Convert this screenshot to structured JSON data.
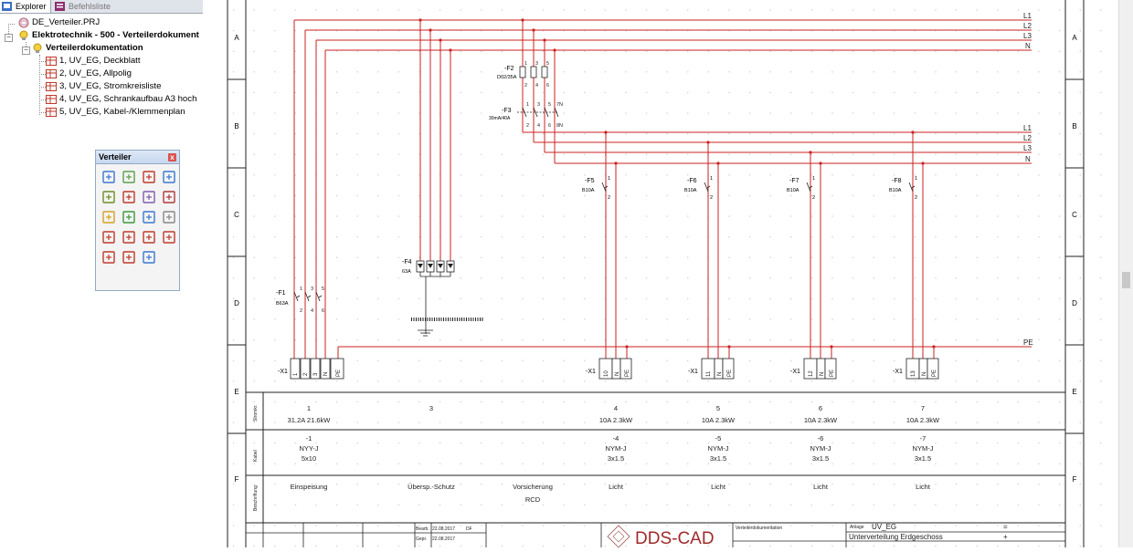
{
  "tabs": {
    "explorer": "Explorer",
    "befehlsliste": "Befehlsliste"
  },
  "tree": {
    "project": "DE_Verteiler.PRJ",
    "level1": "Elektrotechnik - 500 - Verteilerdokument",
    "level2": "Verteilerdokumentation",
    "sheets": [
      "1, UV_EG, Deckblatt",
      "2, UV_EG, Allpolig",
      "3, UV_EG, Stromkreisliste",
      "4, UV_EG, Schrankaufbau A3 hoch",
      "5, UV_EG, Kabel-/Klemmenplan"
    ]
  },
  "palette": {
    "title": "Verteiler",
    "icons": [
      "arrow-left-icon",
      "panel-add-icon",
      "panel-edit-icon",
      "arrow-right-icon",
      "grid-icon",
      "rails-icon",
      "arrange-icon",
      "help-icon",
      "insert-icon",
      "connect-icon",
      "xd-icon",
      "copy-icon",
      "switch-icon",
      "tee-icon",
      "fork-icon",
      "switch2-icon",
      "tee2-icon",
      "target-icon",
      "settings-icon"
    ]
  },
  "rows": [
    "A",
    "B",
    "C",
    "D",
    "E",
    "F"
  ],
  "lines": {
    "top": [
      "L1",
      "L2",
      "L3",
      "N"
    ],
    "mid": [
      "L1",
      "L2",
      "L3",
      "N"
    ],
    "pe": "PE"
  },
  "devices": {
    "f1": {
      "label": "-F1",
      "rating": "B63A",
      "pins_top": [
        "1",
        "3",
        "5"
      ],
      "pins_bot": [
        "2",
        "4",
        "6"
      ]
    },
    "f2": {
      "label": "-F2",
      "rating": "D02/35A",
      "pins_top": [
        "1",
        "3",
        "5"
      ],
      "pins_bot": [
        "2",
        "4",
        "6"
      ]
    },
    "f3": {
      "label": "-F3",
      "rating": "30mA/40A",
      "pins_top": [
        "1",
        "3",
        "5",
        "7N"
      ],
      "pins_bot": [
        "2",
        "4",
        "6",
        "8N"
      ]
    },
    "f4": {
      "label": "-F4",
      "rating": "63A"
    },
    "circuits": [
      {
        "label": "-F5",
        "rating": "B10A",
        "pin1": "1",
        "pin2": "2"
      },
      {
        "label": "-F6",
        "rating": "B10A",
        "pin1": "1",
        "pin2": "2"
      },
      {
        "label": "-F7",
        "rating": "B10A",
        "pin1": "1",
        "pin2": "2"
      },
      {
        "label": "-F8",
        "rating": "B10A",
        "pin1": "1",
        "pin2": "2"
      }
    ]
  },
  "terminals": {
    "main": {
      "label": "-X1",
      "cells": [
        "1",
        "2",
        "3",
        "N",
        "PE"
      ]
    },
    "circuits": [
      {
        "label": "-X1",
        "cells": [
          "10",
          "N",
          "PE"
        ]
      },
      {
        "label": "-X1",
        "cells": [
          "11",
          "N",
          "PE"
        ]
      },
      {
        "label": "-X1",
        "cells": [
          "12",
          "N",
          "PE"
        ]
      },
      {
        "label": "-X1",
        "cells": [
          "13",
          "N",
          "PE"
        ]
      }
    ]
  },
  "table": {
    "row_headers": [
      "Stromkr.",
      "Kabel",
      "Beschriftung"
    ],
    "columns": [
      {
        "circuit": "1",
        "power": "31.2A   21.6kW",
        "cable_no": "-1",
        "cable_type": "NYY-J",
        "cable_size": "5x10",
        "desc": "Einspeisung",
        "desc2": ""
      },
      {
        "circuit": "3",
        "power": "",
        "cable_no": "",
        "cable_type": "",
        "cable_size": "",
        "desc": "Übersp.-Schutz",
        "desc2": ""
      },
      {
        "circuit": "",
        "power": "",
        "cable_no": "",
        "cable_type": "",
        "cable_size": "",
        "desc": "Vorsicherung",
        "desc2": "RCD"
      },
      {
        "circuit": "4",
        "power": "10A   2.3kW",
        "cable_no": "-4",
        "cable_type": "NYM-J",
        "cable_size": "3x1.5",
        "desc": "Licht",
        "desc2": ""
      },
      {
        "circuit": "5",
        "power": "10A   2.3kW",
        "cable_no": "-5",
        "cable_type": "NYM-J",
        "cable_size": "3x1.5",
        "desc": "Licht",
        "desc2": ""
      },
      {
        "circuit": "6",
        "power": "10A   2.3kW",
        "cable_no": "-6",
        "cable_type": "NYM-J",
        "cable_size": "3x1.5",
        "desc": "Licht",
        "desc2": ""
      },
      {
        "circuit": "7",
        "power": "10A   2.3kW",
        "cable_no": "-7",
        "cable_type": "NYM-J",
        "cable_size": "3x1.5",
        "desc": "Licht",
        "desc2": ""
      }
    ]
  },
  "title_block": {
    "bearb_label": "Bearb.",
    "bearb_date": "22.08.2017",
    "bearb_user": "DF",
    "gepr_label": "Gepr.",
    "gepr_date": "22.08.2017",
    "logo": "DDS-CAD",
    "doc": "Verteilerdokumentation",
    "anlage_label": "Anlage",
    "anlage": "UV_EG",
    "desc": "Unterverteilung Erdgeschoss",
    "eq1": "=",
    "eq2": "+"
  },
  "colors": {
    "wire": "#cc2222",
    "frame": "#222222",
    "grid_dot": "#b8b8b8"
  }
}
